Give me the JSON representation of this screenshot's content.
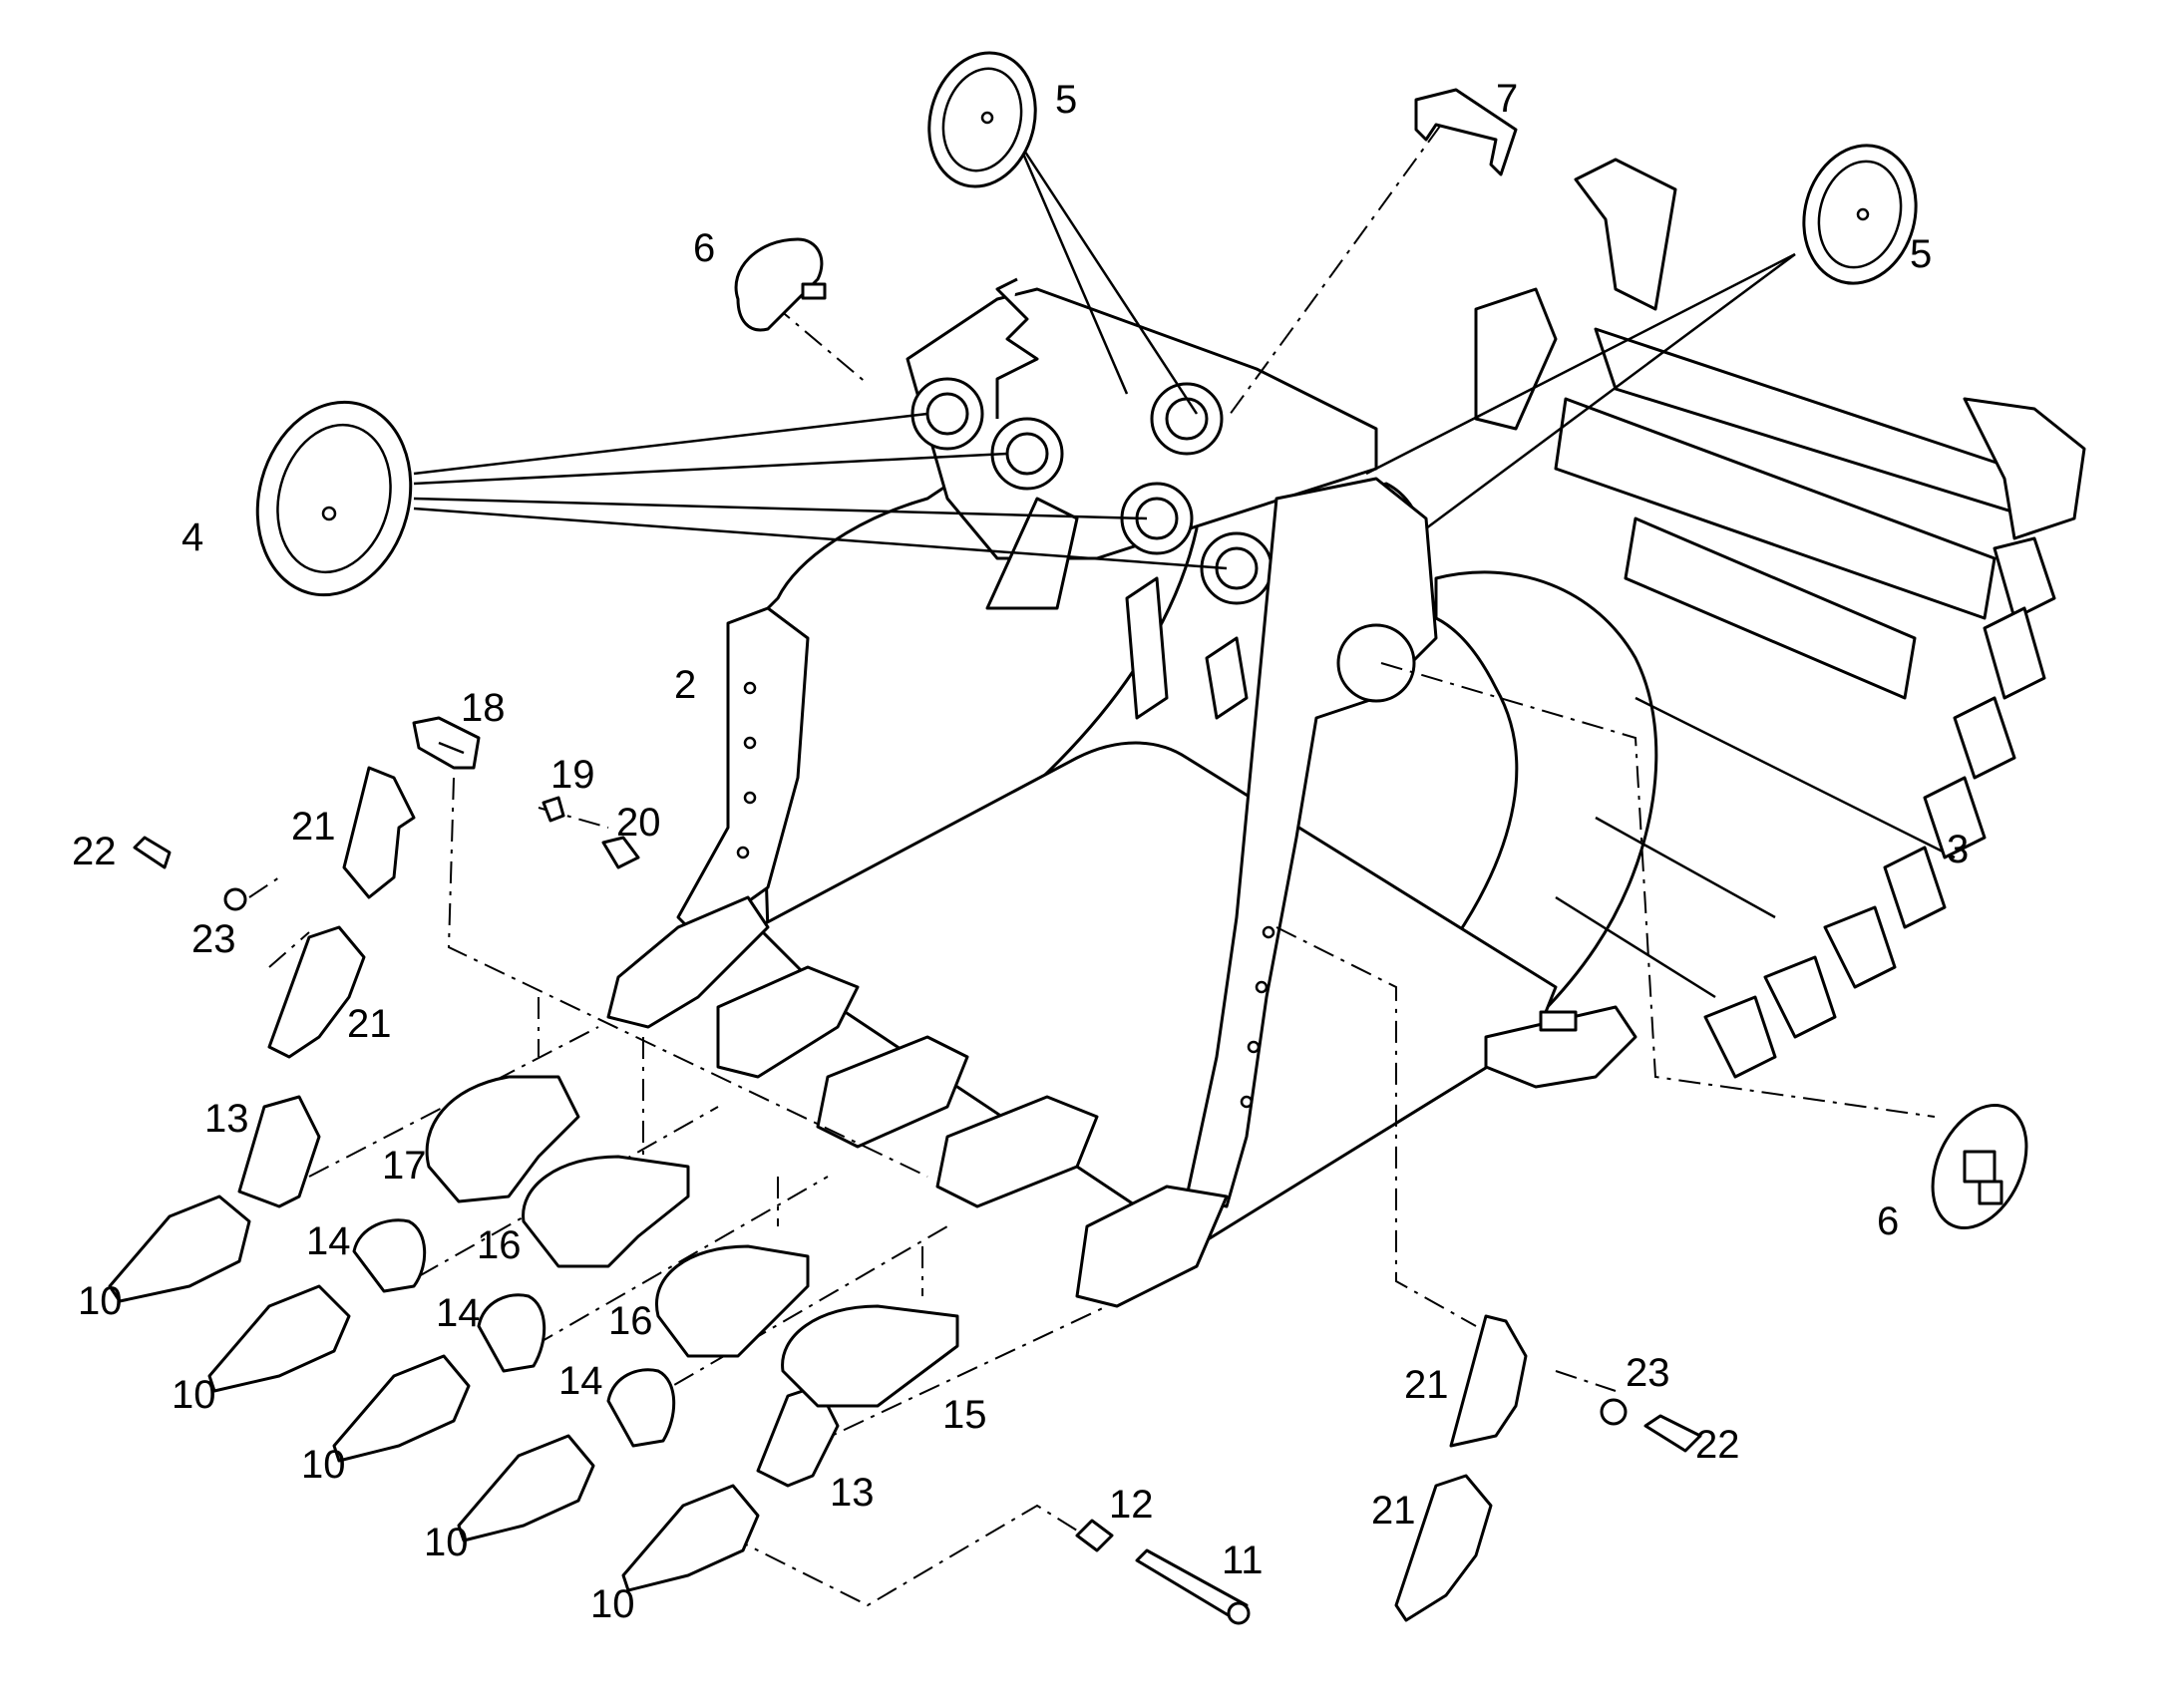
{
  "diagram": {
    "line_color": "#000000",
    "background": "#ffffff",
    "callouts": [
      {
        "id": "c4",
        "text": "4"
      },
      {
        "id": "c5a",
        "text": "5"
      },
      {
        "id": "c5b",
        "text": "5"
      },
      {
        "id": "c6a",
        "text": "6"
      },
      {
        "id": "c6b",
        "text": "6"
      },
      {
        "id": "c7",
        "text": "7"
      },
      {
        "id": "c2",
        "text": "2"
      },
      {
        "id": "c3",
        "text": "3"
      },
      {
        "id": "c18",
        "text": "18"
      },
      {
        "id": "c19",
        "text": "19"
      },
      {
        "id": "c20",
        "text": "20"
      },
      {
        "id": "c21a",
        "text": "21"
      },
      {
        "id": "c21b",
        "text": "21"
      },
      {
        "id": "c21c",
        "text": "21"
      },
      {
        "id": "c21d",
        "text": "21"
      },
      {
        "id": "c22a",
        "text": "22"
      },
      {
        "id": "c22b",
        "text": "22"
      },
      {
        "id": "c23a",
        "text": "23"
      },
      {
        "id": "c23b",
        "text": "23"
      },
      {
        "id": "c13a",
        "text": "13"
      },
      {
        "id": "c13b",
        "text": "13"
      },
      {
        "id": "c14a",
        "text": "14"
      },
      {
        "id": "c14b",
        "text": "14"
      },
      {
        "id": "c14c",
        "text": "14"
      },
      {
        "id": "c17",
        "text": "17"
      },
      {
        "id": "c16a",
        "text": "16"
      },
      {
        "id": "c16b",
        "text": "16"
      },
      {
        "id": "c15",
        "text": "15"
      },
      {
        "id": "c10a",
        "text": "10"
      },
      {
        "id": "c10b",
        "text": "10"
      },
      {
        "id": "c10c",
        "text": "10"
      },
      {
        "id": "c10d",
        "text": "10"
      },
      {
        "id": "c10e",
        "text": "10"
      },
      {
        "id": "c12",
        "text": "12"
      },
      {
        "id": "c11",
        "text": "11"
      }
    ]
  }
}
